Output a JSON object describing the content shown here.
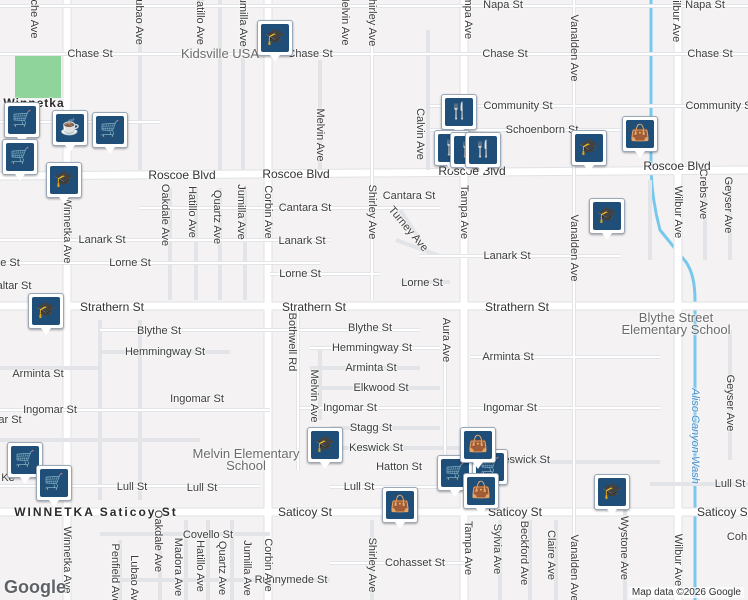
{
  "map": {
    "attribution": "Map data ©2026 Google",
    "logo": "Google",
    "colors": {
      "background": "#f4f2f3",
      "road": "#ffffff",
      "road_edge": "#d5d7dc",
      "park": "#8fd49b",
      "water": "#78c8ee",
      "pin_fill": "#1f4e79"
    }
  },
  "labels": {
    "chase_st_left": "Chase St",
    "chase_st_right": "Chase St",
    "chase_st_far": "Chase St",
    "napa_st_mid": "Napa St",
    "napa_st_right": "Napa St",
    "kidsville": "Kidsville USA",
    "community_st_mid": "Community St",
    "community_st_right": "Community St",
    "schoenborn_st": "Schoenborn St",
    "roscoe_blvd_left": "Roscoe Blvd",
    "roscoe_blvd_mid": "Roscoe Blvd",
    "roscoe_blvd_right": "Roscoe Blvd",
    "cantara_st_left": "Cantara St",
    "cantara_st_mid": "Cantara St",
    "lanark_st_left": "Lanark St",
    "lanark_st_mid": "Lanark St",
    "lanark_st_right": "Lanark St",
    "lorne_st_left": "Lorne St",
    "lorne_st_mid": "Lorne St",
    "lorne_st_right": "Lorne St",
    "strathern_st_left": "Strathern St",
    "strathern_st_mid": "Strathern St",
    "strathern_st_right": "Strathern St",
    "blythe_st_left": "Blythe St",
    "blythe_st_mid": "Blythe St",
    "blythe_school": "Blythe Street Elementary School",
    "hemmingway_st_left": "Hemmingway St",
    "hemmingway_st_mid": "Hemmingway St",
    "arminta_st_left": "Arminta St",
    "arminta_st_mid": "Arminta St",
    "arminta_st_right": "Arminta St",
    "elkwood_st": "Elkwood St",
    "ingomar_st_left": "Ingomar St",
    "ingomar_st_mid": "Ingomar St",
    "ingomar_st_right": "Ingomar St",
    "ingomar_st_far": "Ingomar St",
    "stagg_st": "Stagg St",
    "keswick_st": "Keswick St",
    "keswick_st_right": "Keswick St",
    "hatton_st": "Hatton St",
    "melvin_school": "Melvin Elementary School",
    "lull_st_left": "Lull St",
    "lull_st_mid": "Lull St",
    "lull_st_right": "Lull St",
    "lull_st_far": "Lull St",
    "saticoy_left": "WINNETKA Saticoy St",
    "saticoy_mid": "Saticoy St",
    "saticoy_right": "Saticoy St",
    "saticoy_far": "Saticoy St",
    "covello_st": "Covello St",
    "cohasset_st": "Cohasset St",
    "cohasset_st_right": "Coh",
    "runnymede_st": "Runnymede St",
    "winnetka_ave_top": "Winnetka Ave",
    "winnetka_ave_bottom": "Winnetka Ave",
    "winnetka_label": "Winnetka",
    "oakdale_ave": "Oakdale Ave",
    "hatillo_ave": "Hatillo Ave",
    "quartz_ave": "Quartz Ave",
    "jumilla_ave": "Jumilla Ave",
    "corbin_ave": "Corbin Ave",
    "corbin_ave_bottom": "Corbin Ave",
    "melvin_ave": "Melvin Ave",
    "melvin_ave_low": "Melvin Ave",
    "shirley_ave": "Shirley Ave",
    "shirley_ave_bottom": "Shirley Ave",
    "calvin_ave": "Calvin Ave",
    "tampa_ave": "Tampa Ave",
    "tampa_ave_bottom": "Tampa Ave",
    "turney_ave": "Turney Ave",
    "bothwell_rd": "Bothwell Rd",
    "aura_ave": "Aura Ave",
    "vanalden_ave": "Vanalden Ave",
    "vanalden_ave_mid": "Vanalden Ave",
    "vanalden_ave_bottom": "Vanalden Ave",
    "wilbur_ave": "Wilbur Ave",
    "wilbur_ave_bottom": "Wilbur Ave",
    "crebs_ave": "Crebs Ave",
    "geyser_ave": "Geyser Ave",
    "geyser_ave_low": "Geyser Ave",
    "aliso_wash": "Aliso Canyon Wash",
    "sylvia_ave": "Sylvia Ave",
    "beckford_ave": "Beckford Ave",
    "claire_ave": "Claire Ave",
    "wystone_ave": "Wystone Ave",
    "oakdale_ave_bottom": "Oakdale Ave",
    "madora_ave": "Madora Ave",
    "hatillo_ave_bottom": "Hatillo Ave",
    "quartz_ave_bottom": "Quartz Ave",
    "jumilla_ave_bottom": "Jumilla Ave",
    "lubao_ave": "Lubao Ave",
    "penfield_ave": "Penfield Ave",
    "lubao_ave_top": "Lubao Ave",
    "hatillo_ave_top": "Hatillo Ave",
    "jumilla_ave_top": "Jumilla Ave",
    "melvin_ave_top": "Melvin Ave",
    "shirley_ave_top": "Shirley Ave",
    "ave_fragment_top": "che Ave",
    "tampa_ave_top": "Tampa Ave",
    "kefragment": "Ke",
    "altar_st": "altar St",
    "lorne_fragment": "e St",
    "ar_st": "ar St"
  },
  "pins": [
    {
      "icon": "school-icon"
    },
    {
      "icon": "cafe-icon"
    },
    {
      "icon": "shopping-cart-icon"
    },
    {
      "icon": "shopping-cart-icon"
    },
    {
      "icon": "shopping-cart-icon"
    },
    {
      "icon": "school-icon"
    },
    {
      "icon": "school-icon"
    },
    {
      "icon": "restaurant-icon"
    },
    {
      "icon": "restaurant-icon"
    },
    {
      "icon": "restaurant-icon"
    },
    {
      "icon": "restaurant-icon"
    },
    {
      "icon": "school-icon"
    },
    {
      "icon": "shopping-bag-icon"
    },
    {
      "icon": "school-icon"
    },
    {
      "icon": "school-icon"
    },
    {
      "icon": "shopping-cart-icon"
    },
    {
      "icon": "shopping-cart-icon"
    },
    {
      "icon": "shopping-bag-icon"
    },
    {
      "icon": "shopping-cart-icon"
    },
    {
      "icon": "shopping-cart-icon"
    },
    {
      "icon": "shopping-bag-icon"
    },
    {
      "icon": "school-icon"
    },
    {
      "icon": "shopping-cart-icon"
    }
  ]
}
